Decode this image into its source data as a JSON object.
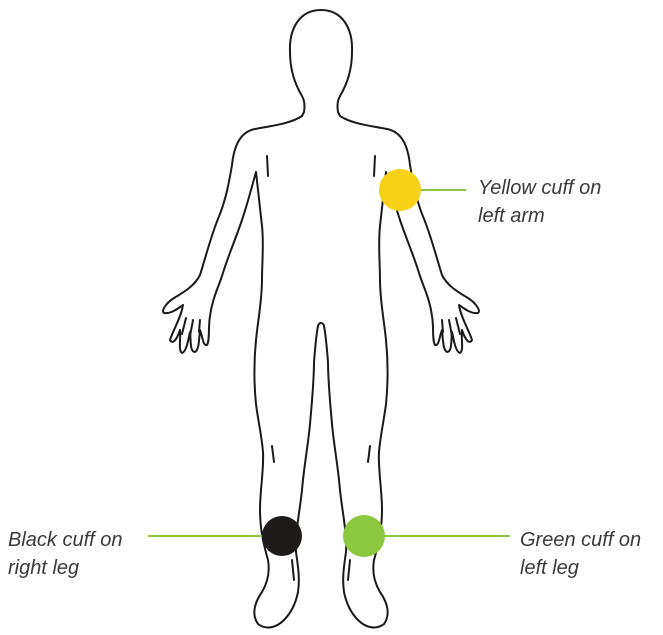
{
  "diagram": {
    "cuffs": [
      {
        "id": "yellow",
        "color": "#F7D117",
        "label_line1": "Yellow cuff on",
        "label_line2": "left arm"
      },
      {
        "id": "black",
        "color": "#1E1A1A",
        "label_line1": "Black cuff on",
        "label_line2": "right leg"
      },
      {
        "id": "green",
        "color": "#8DC63F",
        "label_line1": "Green cuff on",
        "label_line2": "left leg"
      }
    ],
    "leader_line_color": "#8DC63F",
    "outline_color": "#1a1a1a"
  }
}
